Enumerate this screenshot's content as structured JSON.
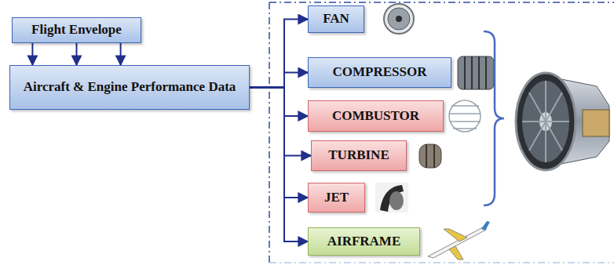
{
  "diagram": {
    "nodes": [
      {
        "text": [
          "Flight Envelope"
        ]
      },
      {
        "text": [
          "Aircraft & Engine Performance Data"
        ]
      },
      {
        "text": [
          "FAN"
        ]
      },
      {
        "text": [
          "COMPRESSOR"
        ]
      },
      {
        "text": [
          "COMBUSTOR"
        ]
      },
      {
        "text": [
          "TURBINE"
        ]
      },
      {
        "text": [
          "JET"
        ]
      },
      {
        "text": [
          "AIRFRAME"
        ]
      }
    ],
    "edges": [
      {
        "from": 0,
        "to": 1,
        "arrow": "to"
      },
      {
        "from": 0,
        "to": 1,
        "arrow": "to"
      },
      {
        "from": 0,
        "to": 1,
        "arrow": "to"
      },
      {
        "from": 1,
        "to": 2,
        "arrow": "to"
      },
      {
        "from": 1,
        "to": 3,
        "arrow": "to"
      },
      {
        "from": 1,
        "to": 4,
        "arrow": "to"
      },
      {
        "from": 1,
        "to": 5,
        "arrow": "to"
      },
      {
        "from": 1,
        "to": 6,
        "arrow": "to"
      },
      {
        "from": 1,
        "to": 7,
        "arrow": "to"
      }
    ]
  }
}
